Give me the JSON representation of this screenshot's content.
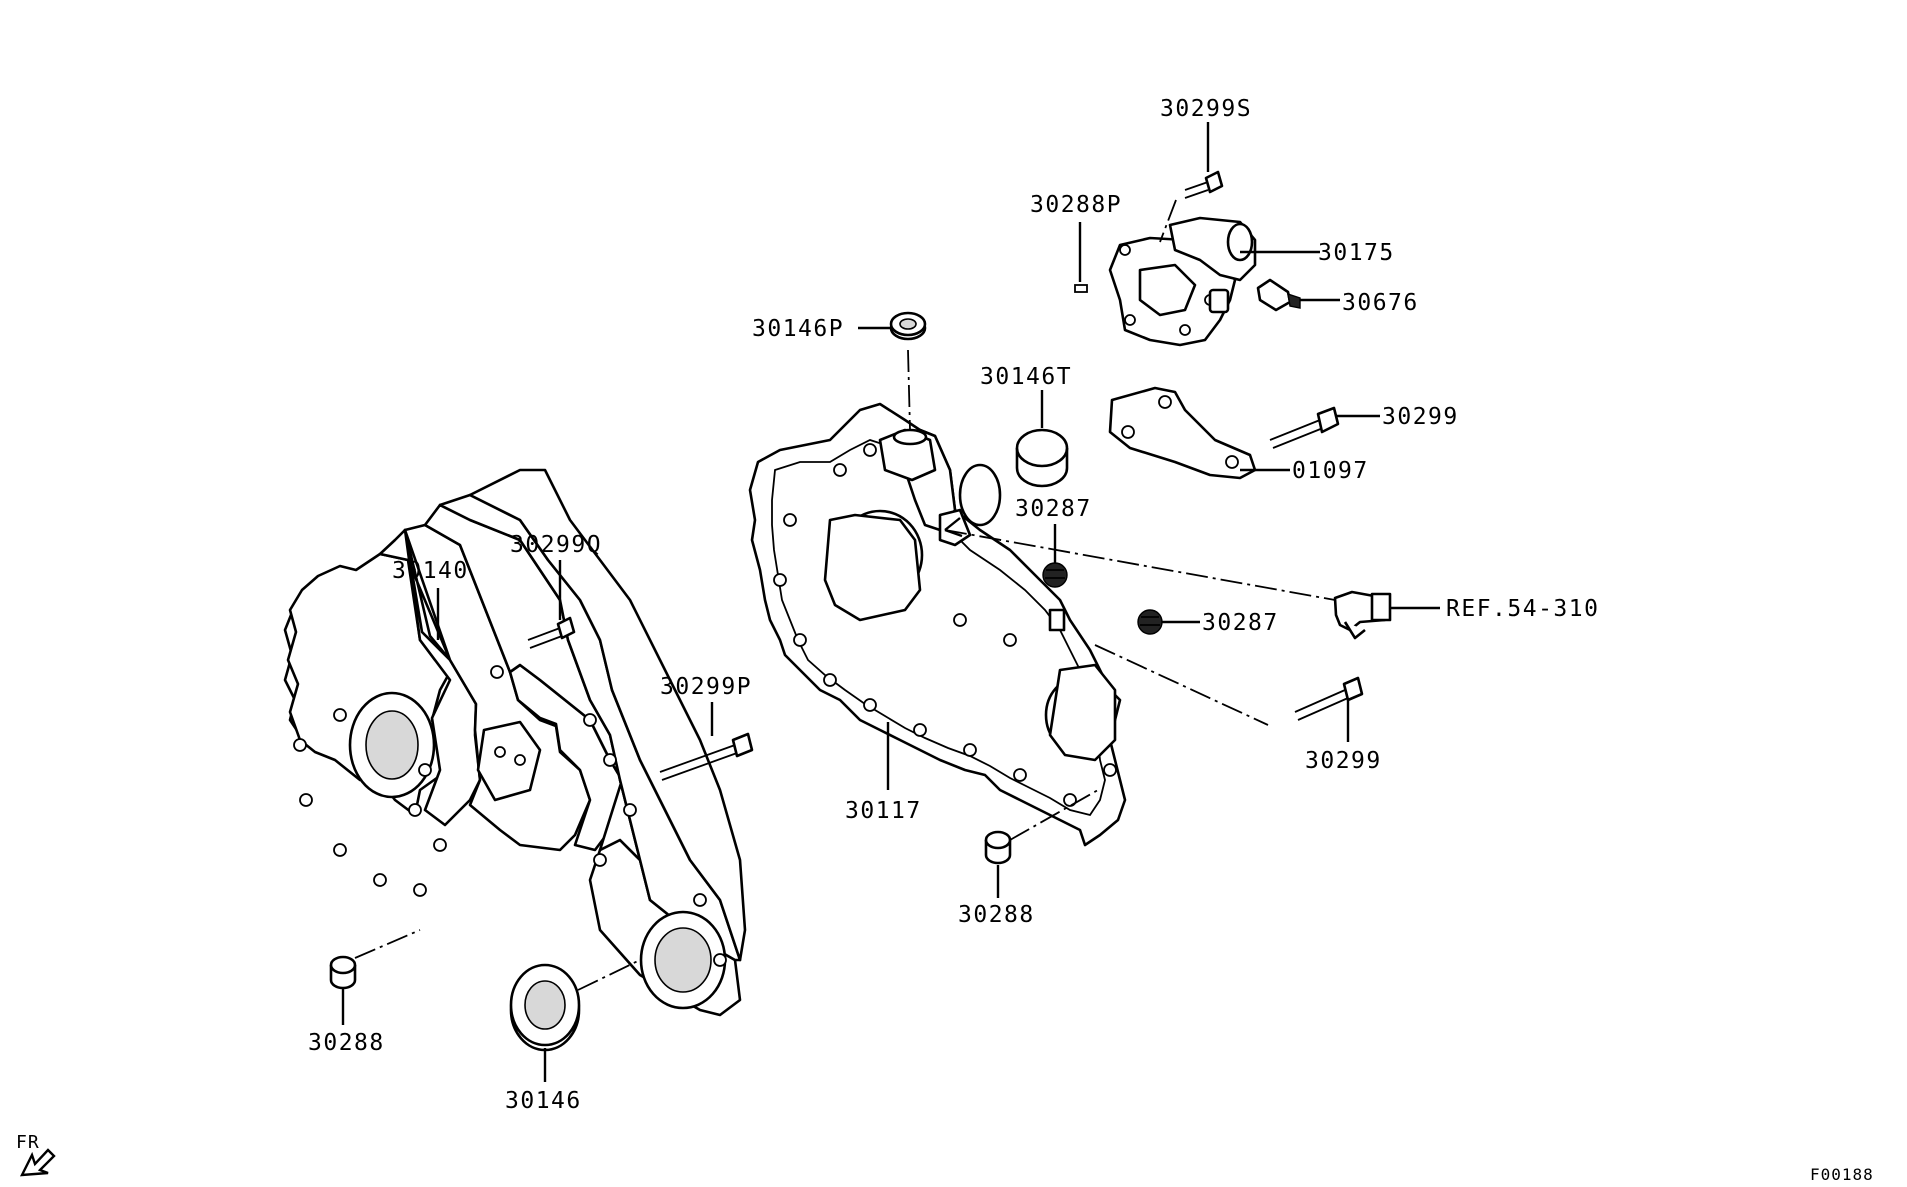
{
  "diagram": {
    "drawing_code": "F00188",
    "direction_marker": "FR",
    "callouts": {
      "p30299S": "30299S",
      "p30288P": "30288P",
      "p30175": "30175",
      "p30676": "30676",
      "p30146P": "30146P",
      "p30146T": "30146T",
      "p30299_top": "30299",
      "p01097": "01097",
      "p30287_a": "30287",
      "ref": "REF.54-310",
      "p30287_b": "30287",
      "p30299_right": "30299",
      "p30140": "30140",
      "p30299Q": "30299Q",
      "p30299P": "30299P",
      "p30117": "30117",
      "p30288_mid": "30288",
      "p30288_left": "30288",
      "p30146": "30146"
    }
  }
}
